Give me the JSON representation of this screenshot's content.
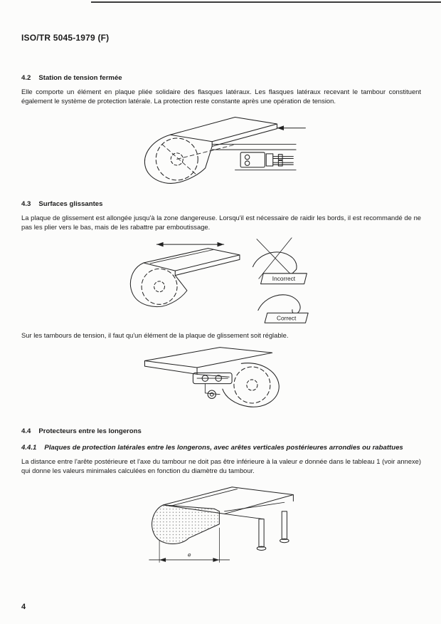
{
  "header": {
    "title": "ISO/TR 5045-1979 (F)"
  },
  "sections": {
    "s42": {
      "number": "4.2",
      "title": "Station de tension fermée",
      "body": "Elle comporte un élément en plaque pliée solidaire des flasques latéraux. Les flasques latéraux recevant le tambour constituent également le système de protection latérale. La protection reste constante après une opération de tension."
    },
    "s43": {
      "number": "4.3",
      "title": "Surfaces glissantes",
      "body": "La plaque de glissement est allongée jusqu'à la zone dangereuse. Lorsqu'il est nécessaire de raidir les bords, il est recommandé de ne pas les plier vers le bas, mais de les rabattre par emboutissage.",
      "note": "Sur les tambours de tension, il faut qu'un élément de la plaque de glissement soit réglable."
    },
    "s44": {
      "number": "4.4",
      "title": "Protecteurs entre les longerons"
    },
    "s441": {
      "number": "4.4.1",
      "title": "Plaques de protection latérales entre les longerons, avec arêtes verticales postérieures arrondies ou rabattues",
      "body_pre": "La distance entre l'arête postérieure et l'axe du tambour ne doit pas être inférieure à la valeur ",
      "body_var": "e",
      "body_post": " donnée dans le tableau 1 (voir annexe) qui donne les valeurs minimales calculées en fonction du diamètre du tambour."
    }
  },
  "figures": {
    "incorrect_label": "Incorrect",
    "correct_label": "Correct",
    "dimension_label": "e"
  },
  "footer": {
    "page_number": "4"
  }
}
